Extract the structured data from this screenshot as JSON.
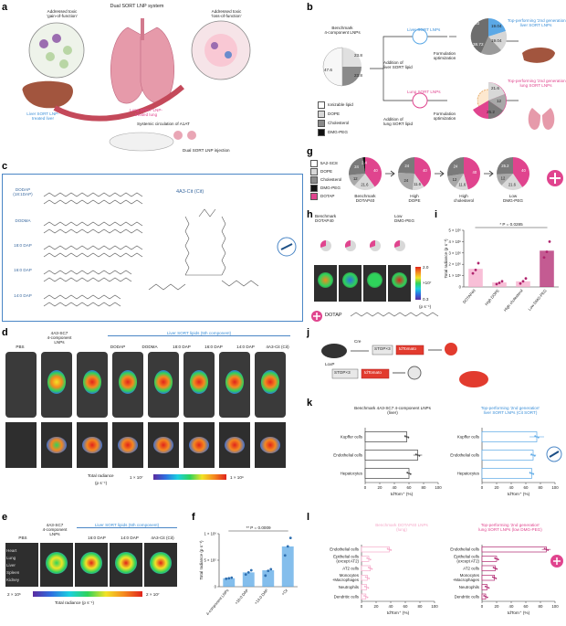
{
  "panels": {
    "a": "a",
    "b": "b",
    "c": "c",
    "d": "d",
    "e": "e",
    "f": "f",
    "g": "g",
    "h": "h",
    "i": "i",
    "j": "j",
    "k": "k",
    "l": "l"
  },
  "a": {
    "title": "Dual SORT LNP system",
    "gain": "Addressed toxic\n'gain-of-function'",
    "loss": "Addressed toxic\n'loss-of-function'",
    "lung": "Lung SORT LNP-\ntreated lung",
    "systemic": "Systemic circulation of A1AT",
    "liver": "Liver SORT LNP-\ntreated liver",
    "injection": "Dual SORT LNP injection"
  },
  "b": {
    "benchmark": "Benchmark\n4-component LNPs",
    "pie_values": [
      "23.8",
      "23.8",
      "47.6"
    ],
    "legend": [
      "Ionizable lipid",
      "DOPE",
      "Cholesterol",
      "DMG-PEG"
    ],
    "liver_lnps": "Liver SORT LNPs",
    "lung_lnps": "Lung SORT LNPs",
    "add_liver": "Addition of\nliver SORT lipid",
    "add_lung": "Addition of\nlung SORT lipid",
    "formulation": "Formulation\noptimization",
    "liver_pie": [
      "20",
      "19.04",
      "19.04",
      "38.72"
    ],
    "lung_pie": [
      "40",
      "21.6",
      "12",
      "25.2"
    ],
    "top_liver": "Top-performing '2nd generation'\nliver SORT LNPs",
    "top_lung": "Top-performing '2nd generation'\nlung SORT LNPs"
  },
  "c": {
    "lipids": [
      "DODAP\n(18:1DAP)",
      "DODMA",
      "18:0 DAP",
      "16:0 DAP",
      "14:0 DAP"
    ],
    "cit": "4A3-Cit (Cit)"
  },
  "d": {
    "pbs": "PBS",
    "sc7": "4A3-SC7\n4-component\nLNPs",
    "liver_hdr": "Liver SORT lipids (5th component)",
    "cols": [
      "DODAP",
      "DODMA",
      "18:0 DAP",
      "16:0 DAP",
      "14:0 DAP",
      "4A3-Cit (Cit)"
    ],
    "radiance": "Total radiance",
    "units": "(p s⁻¹)",
    "min": "1 × 10⁷",
    "max": "1 × 10⁹"
  },
  "e": {
    "pbs": "PBS",
    "sc7": "4A3-SC7\n4-component\nLNPs",
    "liver_hdr": "Liver SORT lipids (5th component)",
    "cols": [
      "16:0 DAP",
      "14:0 DAP",
      "4A3-Cit (Cit)"
    ],
    "organs": [
      "Heart",
      "Lung",
      "Liver",
      "Spleen",
      "Kidney"
    ],
    "min": "2 × 10⁶",
    "max": "2 × 10⁷",
    "radiance": "Total radiance (p s⁻¹)"
  },
  "f": {
    "ylabel": "Total radiance (p s⁻¹)",
    "pval": "** P = 0.0009"
  },
  "g": {
    "legend": [
      "5A2-SC8",
      "DOPE",
      "Cholesterol",
      "DMG-PEG",
      "DOTAP"
    ],
    "labels": [
      "Benchmark\nDOTAP40",
      "High\nDOPE",
      "High\ncholesterol",
      "Low\nDMG-PEG"
    ],
    "pies": [
      [
        "40",
        "21.6",
        "12",
        "24",
        "2.4"
      ],
      [
        "40",
        "11.6",
        "24",
        "24"
      ],
      [
        "40",
        "11.6",
        "12",
        "24"
      ],
      [
        "40",
        "21.6",
        "12",
        "25.2"
      ]
    ]
  },
  "h": {
    "left": "Benchmark\nDOTAP40",
    "right": "Low\nDMG-PEG",
    "scale_max": "2.0",
    "scale_mid": "×10⁷",
    "scale_min": "0.3",
    "units": "(p s⁻¹)",
    "dotap": "DOTAP"
  },
  "i": {
    "ylabel": "Total radiance (p s⁻¹)",
    "pval": "* P = 0.0285"
  },
  "j": {
    "cre": "Cre",
    "stop": "STOP×3",
    "tdt": "tdTomato",
    "loxp": "LoxP"
  },
  "k": {
    "left_title": "Benchmark 4A3-SC7 4-component LNPs\n(liver)",
    "right_title": "Top-performing '2nd generation'\nliver SORT LNPs (Cit SORT)",
    "xlabel": "tdTom⁺ (%)"
  },
  "l": {
    "left_title": "Benchmark DOTAP40 LNPs\n(lung)",
    "right_title": "Top-performing '2nd generation'\nlung SORT LNPs (low DMG-PEG)",
    "xlabel": "tdTom⁺ (%)"
  },
  "chart_data": [
    {
      "id": "f",
      "type": "bar",
      "categories": [
        "4-component LNPs",
        "+16:0 DAP",
        "+14:0 DAP",
        "+Cit"
      ],
      "values": [
        160000.0,
        270000.0,
        310000.0,
        760000.0
      ],
      "points": [
        [
          150000.0,
          160000.0,
          170000.0
        ],
        [
          230000.0,
          270000.0,
          310000.0
        ],
        [
          210000.0,
          300000.0,
          330000.0
        ],
        [
          590000.0,
          760000.0,
          920000.0
        ]
      ],
      "ylabel": "Total radiance (p s⁻¹)",
      "ylim": [
        0,
        1000000.0
      ],
      "yticks": [
        "0",
        "5 × 10⁵",
        "1 × 10⁶"
      ],
      "annotation": "** P = 0.0009",
      "color": "#5ba8e6"
    },
    {
      "id": "i",
      "type": "bar",
      "categories": [
        "DOTAP40",
        "High DOPE",
        "High cholesterol",
        "Low DMG-PEG"
      ],
      "values": [
        1600000.0,
        400000.0,
        500000.0,
        3200000.0
      ],
      "points": [
        [
          1200000.0,
          1500000.0,
          2100000.0
        ],
        [
          250000.0,
          360000.0,
          500000.0
        ],
        [
          300000.0,
          500000.0,
          750000.0
        ],
        [
          2600000.0,
          3100000.0,
          4000000.0
        ]
      ],
      "ylabel": "Total radiance (p s⁻¹)",
      "ylim": [
        0,
        5000000.0
      ],
      "yticks": [
        "0",
        "1 × 10⁶",
        "2 × 10⁶",
        "3 × 10⁶",
        "4 × 10⁶",
        "5 × 10⁶"
      ],
      "annotation": "* P = 0.0285",
      "colors": [
        "#f5a9c9",
        "#f5a9c9",
        "#f5a9c9",
        "#b0246e"
      ]
    },
    {
      "id": "k-left",
      "type": "bar",
      "orientation": "horizontal",
      "categories": [
        "Kupffer cells",
        "Endothelial cells",
        "Hepatocytes"
      ],
      "values": [
        57,
        72,
        60
      ],
      "errors": [
        3,
        6,
        2
      ],
      "xticks": [
        0,
        20,
        40,
        60,
        80,
        100
      ],
      "xlabel": "tdTom⁺ (%)",
      "color": "#ffffff",
      "stroke": "#444444"
    },
    {
      "id": "k-right",
      "type": "bar",
      "orientation": "horizontal",
      "categories": [
        "Kupffer cells",
        "Endothelial cells",
        "Hepatocytes"
      ],
      "values": [
        75,
        70,
        68
      ],
      "errors": [
        10,
        4,
        3
      ],
      "xticks": [
        0,
        20,
        40,
        60,
        80,
        100
      ],
      "xlabel": "tdTom⁺ (%)",
      "color": "#ffffff",
      "stroke": "#5ba8e6"
    },
    {
      "id": "l-left",
      "type": "bar",
      "orientation": "horizontal",
      "categories": [
        "Endothelial cells",
        "Epithelial cells\n(except AT2)",
        "AT2 cells",
        "Monocytes\n+Macrophages",
        "Neutrophils",
        "Dendritic cells"
      ],
      "values": [
        38,
        10,
        12,
        8,
        7,
        6
      ],
      "errors": [
        3,
        1,
        2,
        1,
        1,
        1
      ],
      "xticks": [
        0,
        20,
        40,
        60,
        80,
        100
      ],
      "xlabel": "tdTom⁺ (%)",
      "color": "#ffffff",
      "stroke": "#f5a9c9"
    },
    {
      "id": "l-right",
      "type": "bar",
      "orientation": "horizontal",
      "categories": [
        "Endothelial cells",
        "Epithelial cells\n(except AT2)",
        "AT2 cells",
        "Monocytes\n+Macrophages",
        "Neutrophils",
        "Dendritic cells"
      ],
      "values": [
        88,
        20,
        18,
        17,
        7,
        5
      ],
      "errors": [
        6,
        2,
        2,
        2,
        1,
        1
      ],
      "xticks": [
        0,
        20,
        40,
        60,
        80,
        100
      ],
      "xlabel": "tdTom⁺ (%)",
      "color": "#ffffff",
      "stroke": "#b0246e"
    }
  ]
}
